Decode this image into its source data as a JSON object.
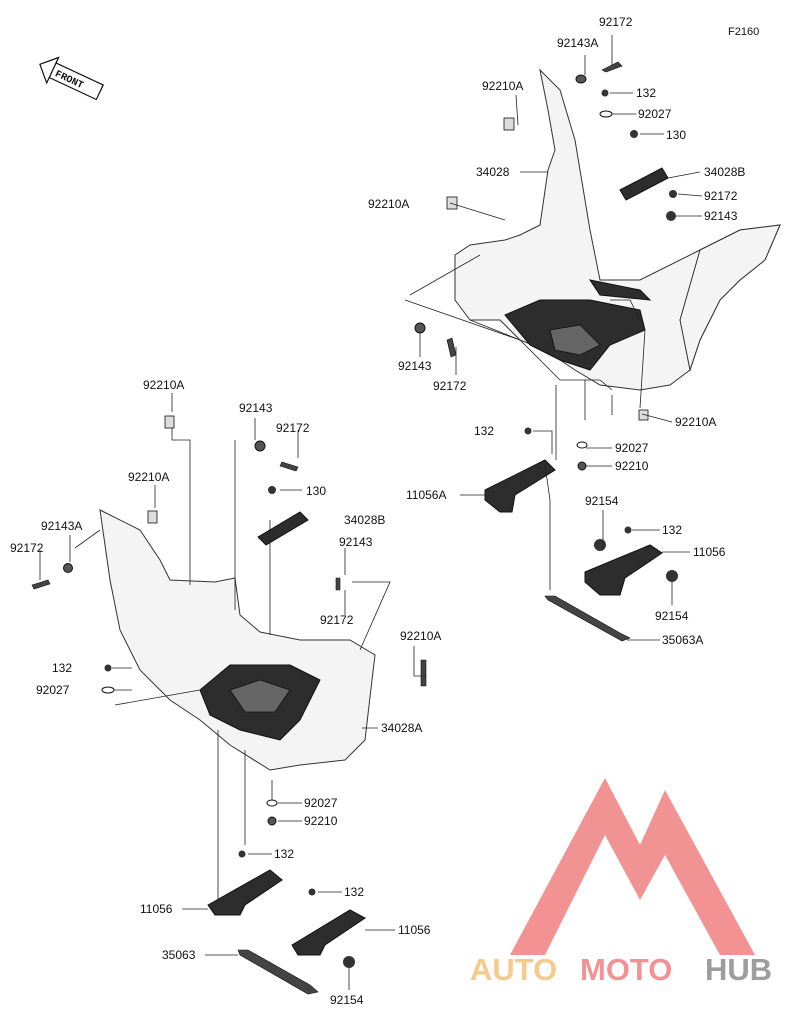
{
  "figure_ref": "F2160",
  "front_label": "FRONT",
  "watermark": {
    "part1": "AUTO",
    "part2": "MOTO",
    "part3": "HUB",
    "color_gold": "#f5c07a",
    "color_red": "#f08080",
    "color_gray": "#8c8c8c"
  },
  "labels": {
    "r_92172_top": "92172",
    "r_92143A_top": "92143A",
    "r_92210A_top": "92210A",
    "r_132_top": "132",
    "r_92027_top": "92027",
    "r_130": "130",
    "r_34028": "34028",
    "r_34028B": "34028B",
    "r_92210A_mid": "92210A",
    "r_92172_mid": "92172",
    "r_92143_mid": "92143",
    "r_92143_low": "92143",
    "r_92172_low": "92172",
    "r_92210A_right": "92210A",
    "r_132_mid": "132",
    "r_92027_mid": "92027",
    "r_92210_mid": "92210",
    "r_11056A": "11056A",
    "r_92154_a": "92154",
    "r_132_right": "132",
    "r_11056_right": "11056",
    "r_92154_b": "92154",
    "r_35063A": "35063A",
    "l_92210A_top": "92210A",
    "l_92143": "92143",
    "l_92172": "92172",
    "l_92210A_2": "92210A",
    "l_130": "130",
    "l_92143A": "92143A",
    "l_92172_left": "92172",
    "l_34028B": "34028B",
    "l_92143_b": "92143",
    "l_92172_b": "92172",
    "l_92210A_b": "92210A",
    "l_132": "132",
    "l_92027": "92027",
    "l_34028A": "34028A",
    "l_92027_b": "92027",
    "l_92210": "92210",
    "l_132_b": "132",
    "l_11056": "11056",
    "l_132_c": "132",
    "l_11056_b": "11056",
    "l_35063": "35063",
    "l_92154": "92154"
  }
}
